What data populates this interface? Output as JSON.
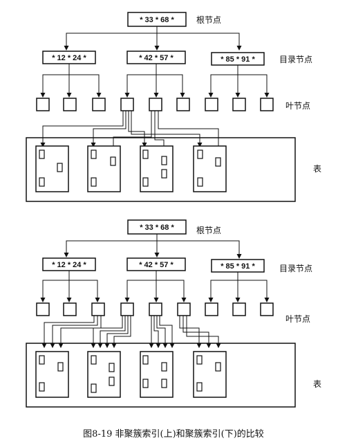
{
  "figure": {
    "caption": "图8-19  非聚簇索引(上)和聚簇索引(下)的比较"
  },
  "labels": {
    "root": "根节点",
    "directory": "目录节点",
    "leaf": "叶节点",
    "table": "表"
  },
  "nodes": {
    "root": "* 33 * 68 *",
    "dir_left": "* 12 * 24 *",
    "dir_middle": "* 42 * 57 *",
    "dir_right": "* 85 * 91 *"
  },
  "colors": {
    "stroke": "#111111",
    "background": "#ffffff"
  }
}
